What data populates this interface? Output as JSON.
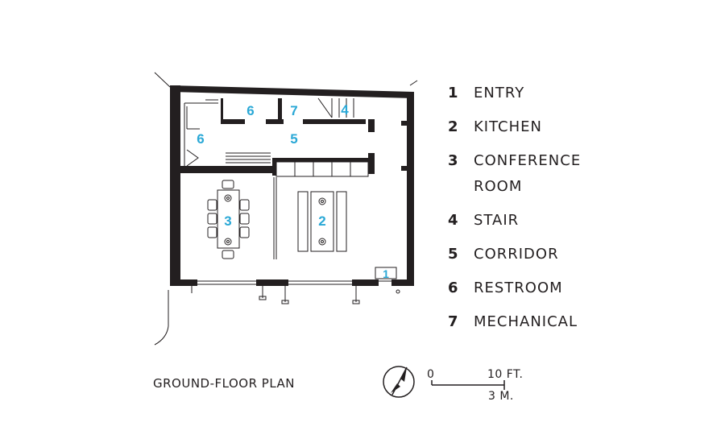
{
  "plan_title": "GROUND-FLOOR PLAN",
  "room_numbers": {
    "entry": "1",
    "kitchen": "2",
    "conference": "3",
    "stair": "4",
    "corridor": "5",
    "restroom": "6",
    "mechanical": "7"
  },
  "legend": [
    {
      "num": "1",
      "label": "ENTRY"
    },
    {
      "num": "2",
      "label": "KITCHEN"
    },
    {
      "num": "3",
      "label": "CONFERENCE ROOM"
    },
    {
      "num": "4",
      "label": "STAIR"
    },
    {
      "num": "5",
      "label": "CORRIDOR"
    },
    {
      "num": "6",
      "label": "RESTROOM"
    },
    {
      "num": "7",
      "label": "MECHANICAL"
    }
  ],
  "scale_bar": {
    "zero": "0",
    "feet": "10 FT.",
    "meters": "3 M."
  },
  "colors": {
    "wall": "#231f20",
    "room_number": "#2aa8d6",
    "text": "#231f20"
  },
  "icons": {
    "north_arrow": "north-arrow-icon"
  }
}
